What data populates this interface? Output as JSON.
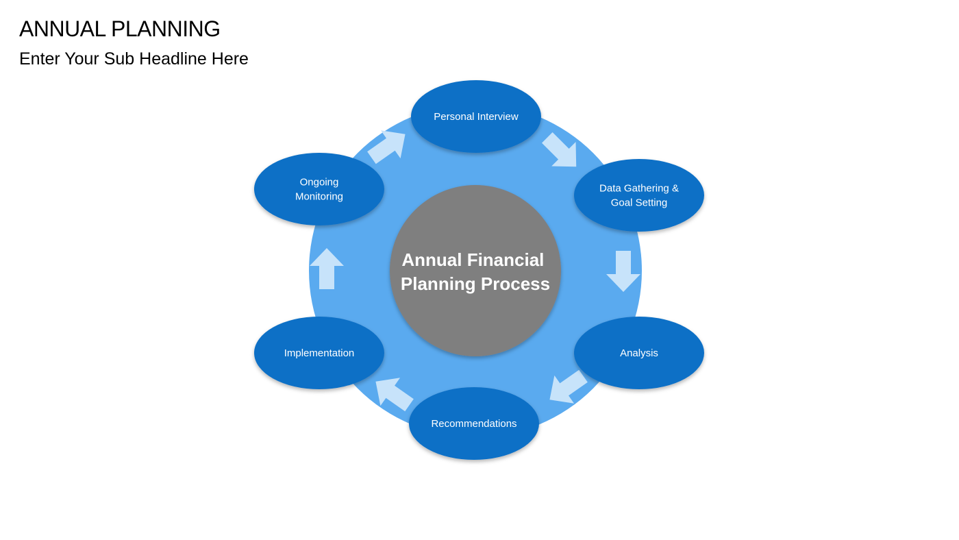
{
  "header": {
    "title": "ANNUAL PLANNING",
    "subtitle": "Enter Your Sub Headline Here"
  },
  "diagram": {
    "center": {
      "lines": [
        "Annual Financial",
        "Planning Process"
      ]
    },
    "steps": [
      {
        "key": "personal-interview",
        "lines": [
          "Personal Interview"
        ]
      },
      {
        "key": "data-gathering",
        "lines": [
          "Data Gathering &",
          "Goal Setting"
        ]
      },
      {
        "key": "analysis",
        "lines": [
          "Analysis"
        ]
      },
      {
        "key": "recommendations",
        "lines": [
          "Recommendations"
        ]
      },
      {
        "key": "implementation",
        "lines": [
          "Implementation"
        ]
      },
      {
        "key": "ongoing-monitoring",
        "lines": [
          "Ongoing",
          "Monitoring"
        ]
      }
    ],
    "colors": {
      "ring": "#5aaaef",
      "node": "#1170c6",
      "center": "#7f7f7f",
      "arrow": "#c7e3fa",
      "text": "#ffffff"
    }
  }
}
